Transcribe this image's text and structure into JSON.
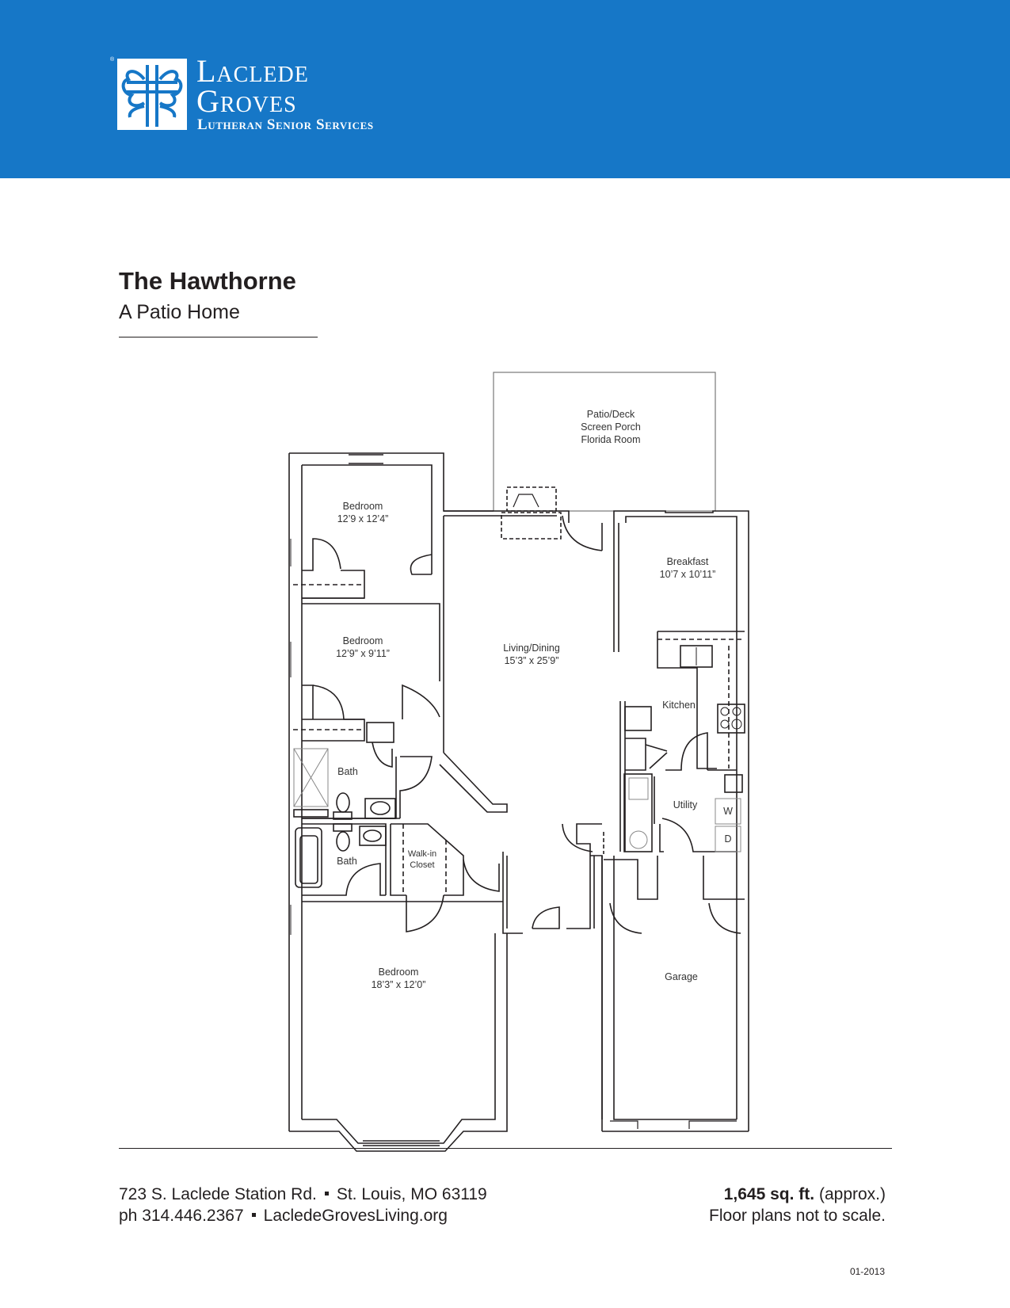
{
  "colors": {
    "brand_blue": "#1677c7",
    "text": "#231f20",
    "wall": "#231f20"
  },
  "header": {
    "logo_icon": "cross-clover-icon",
    "registered_mark": "®",
    "brand_line1": "Laclede",
    "brand_line2": "Groves",
    "brand_sub": "Lutheran Senior Services"
  },
  "title": {
    "name": "The Hawthorne",
    "subtitle": "A Patio Home"
  },
  "floor_plan": {
    "rooms": [
      {
        "name": "Patio/Deck",
        "line2": "Screen Porch",
        "line3": "Florida Room"
      },
      {
        "name": "Bedroom",
        "dims": "12’9 x 12’4”"
      },
      {
        "name": "Bedroom",
        "dims": "12’9” x 9’11”"
      },
      {
        "name": "Living/Dining",
        "dims": "15’3” x 25’9”"
      },
      {
        "name": "Breakfast",
        "dims": "10’7 x 10’11”"
      },
      {
        "name": "Kitchen"
      },
      {
        "name": "Bath"
      },
      {
        "name": "Bath"
      },
      {
        "name": "Walk-in",
        "line2": "Closet"
      },
      {
        "name": "Utility"
      },
      {
        "name": "Bedroom",
        "dims": "18’3” x 12’0”"
      },
      {
        "name": "Garage"
      }
    ],
    "appliances": {
      "washer": "W",
      "dryer": "D"
    }
  },
  "footer": {
    "address_street": "723 S. Laclede Station Rd.",
    "address_city": "St. Louis, MO 63119",
    "phone": "ph 314.446.2367",
    "website": "LacledeGrovesLiving.org",
    "sqft_value": "1,645 sq. ft.",
    "sqft_note": "(approx.)",
    "disclaimer": "Floor plans not to scale.",
    "date_code": "01-2013"
  }
}
